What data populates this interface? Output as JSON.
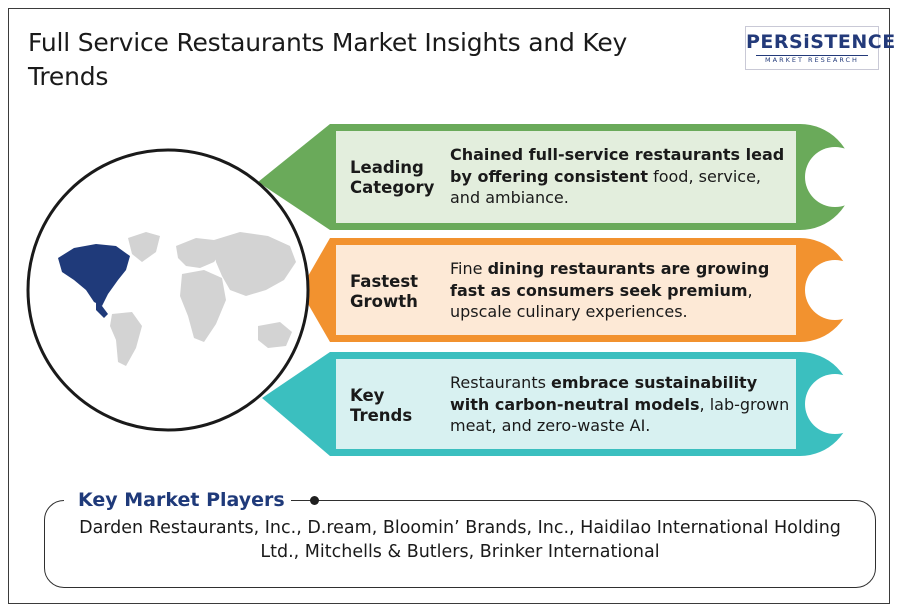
{
  "title": "Full Service Restaurants Market Insights and Key Trends",
  "logo": {
    "main": "PERSiSTENCE",
    "sub": "MARKET RESEARCH"
  },
  "bands": [
    {
      "label_line1": "Leading",
      "label_line2": "Category",
      "desc_bold": "Chained full-service restaurants lead by offering consistent",
      "desc_rest": " food, service, and ambiance.",
      "color": "#6aaa5a",
      "fill": "#e3eedd"
    },
    {
      "label_line1": "Fastest",
      "label_line2": "Growth",
      "desc_pre": "Fine ",
      "desc_bold": "dining restaurants are growing fast as consumers seek premium",
      "desc_rest": ", upscale culinary experiences.",
      "color": "#f2922f",
      "fill": "#fde9d6"
    },
    {
      "label_line1": "Key",
      "label_line2": "Trends",
      "desc_pre": "Restaurants ",
      "desc_bold": "embrace sustainability with carbon-neutral models",
      "desc_rest": ", lab-grown meat, and zero-waste AI.",
      "color": "#3bbfbf",
      "fill": "#d8f1f1"
    }
  ],
  "players": {
    "title": "Key Market Players",
    "text": "Darden Restaurants, Inc., D.ream, Bloomin’ Brands, Inc., Haidilao International Holding Ltd., Mitchells & Butlers, Brinker International"
  },
  "colors": {
    "highlight_region": "#1f3a7a",
    "map_gray": "#d3d3d3",
    "outline": "#1a1a1a"
  },
  "icons": [
    "world-map-icon"
  ]
}
